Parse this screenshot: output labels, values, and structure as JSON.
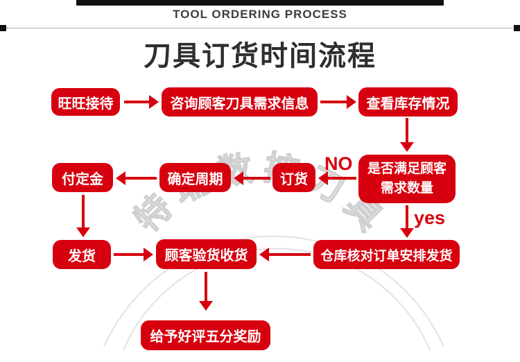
{
  "header": {
    "title_en": "TOOL ORDERING PROCESS",
    "title_zh": "刀具订货时间流程"
  },
  "flow": {
    "nodes": [
      {
        "label": "旺旺接待"
      },
      {
        "label": "咨询顾客刀具需求信息"
      },
      {
        "label": "查看库存情况"
      },
      {
        "label": "付定金"
      },
      {
        "label": "确定周期"
      },
      {
        "label": "订货"
      },
      {
        "label": "是否满足顾客\n需求数量"
      },
      {
        "label": "发货"
      },
      {
        "label": "顾客验货收货"
      },
      {
        "label": "仓库核对订单安排发货"
      },
      {
        "label": "给予好评五分奖励"
      }
    ],
    "branch_labels": {
      "no": "NO",
      "yes": "yes"
    }
  },
  "watermark": {
    "text": "特瑞数控刀具"
  },
  "colors": {
    "accent_red": "#d7000f",
    "heading_dark": "#2e2e2e",
    "watermark_gray": "#d6d6d6"
  }
}
